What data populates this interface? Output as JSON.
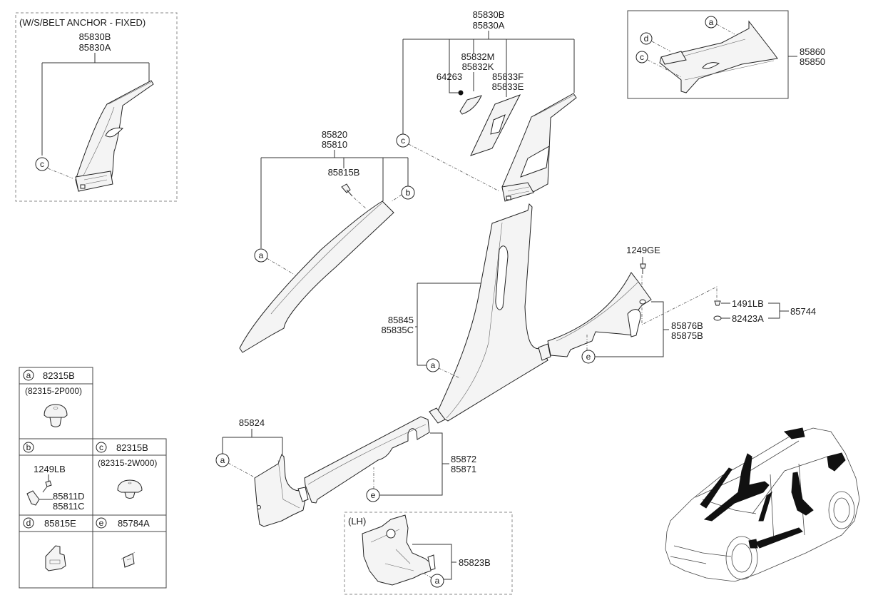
{
  "diagram": {
    "title": "Interior Side Trim Parts Diagram",
    "callouts": {
      "ws_belt_anchor_box": {
        "heading": "(W/S/BELT ANCHOR - FIXED)",
        "parts": [
          "85830B",
          "85830A"
        ],
        "ref_circle": "c"
      },
      "b_pillar_upper": {
        "parts": [
          "85830B",
          "85830A"
        ],
        "sub_parts": [
          {
            "parts": [
              "85832M",
              "85832K"
            ]
          },
          {
            "parts": [
              "64263"
            ]
          },
          {
            "parts": [
              "85833F",
              "85833E"
            ]
          }
        ],
        "ref_circle": "c"
      },
      "rear_pillar_box": {
        "parts": [
          "85860",
          "85850"
        ],
        "ref_circles": [
          "a",
          "d",
          "c"
        ]
      },
      "a_pillar": {
        "parts": [
          "85820",
          "85810"
        ],
        "fastener": "85815B",
        "ref_circles": [
          "a",
          "b"
        ]
      },
      "b_pillar_lower": {
        "parts": [
          "85845",
          "85835C"
        ],
        "ref_circle": "a"
      },
      "rear_sill": {
        "screw": "1249GE",
        "parts": [
          "85876B",
          "85875B"
        ],
        "ref_circle": "e"
      },
      "rear_fastener_kit": {
        "items": [
          "1491LB",
          "82423A"
        ],
        "assembly": "85744"
      },
      "kick_panel": {
        "parts": [
          "85824"
        ],
        "ref_circle": "a"
      },
      "front_sill": {
        "parts": [
          "85872",
          "85871"
        ],
        "ref_circle": "e"
      },
      "lh_box": {
        "heading": "(LH)",
        "parts": [
          "85823B"
        ],
        "ref_circle": "a"
      }
    },
    "legend_table": {
      "cells": [
        {
          "key": "a",
          "part": "82315B",
          "sub": "(82315-2P000)"
        },
        {
          "key": "b",
          "part": "",
          "sub": "",
          "items": [
            "1249LB",
            "85811D",
            "85811C"
          ]
        },
        {
          "key": "c",
          "part": "82315B",
          "sub": "(82315-2W000)"
        },
        {
          "key": "d",
          "part": "85815E",
          "sub": ""
        },
        {
          "key": "e",
          "part": "85784A",
          "sub": ""
        }
      ]
    }
  }
}
